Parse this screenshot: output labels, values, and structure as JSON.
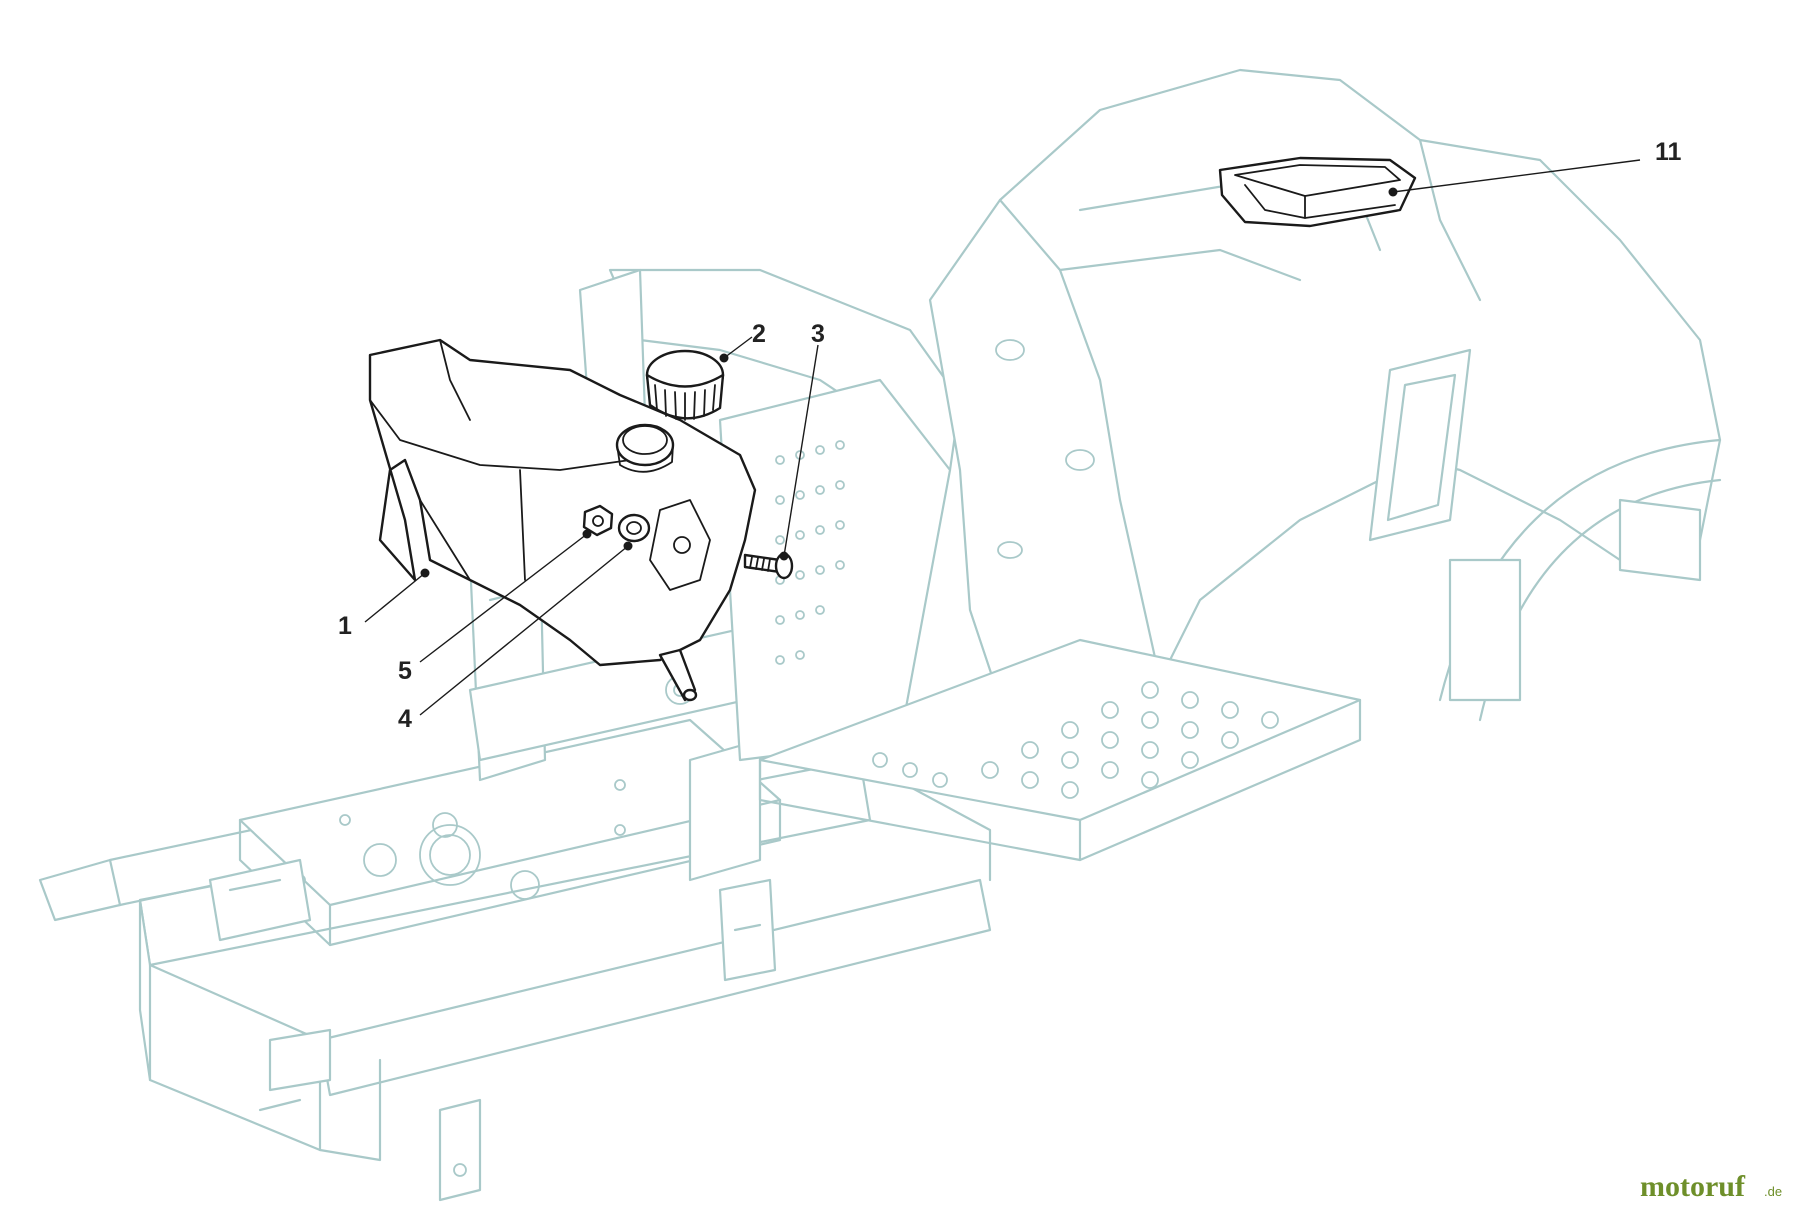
{
  "diagram": {
    "callouts": [
      {
        "id": "1",
        "label": "1"
      },
      {
        "id": "2",
        "label": "2"
      },
      {
        "id": "3",
        "label": "3"
      },
      {
        "id": "4",
        "label": "4"
      },
      {
        "id": "5",
        "label": "5"
      },
      {
        "id": "11",
        "label": "11"
      }
    ]
  },
  "watermark": {
    "brand": "motoruf",
    "tld": ".de"
  },
  "colors": {
    "frame": "#a9c9c9",
    "part": "#1a1a1a",
    "logo": "#6e8f2a"
  }
}
